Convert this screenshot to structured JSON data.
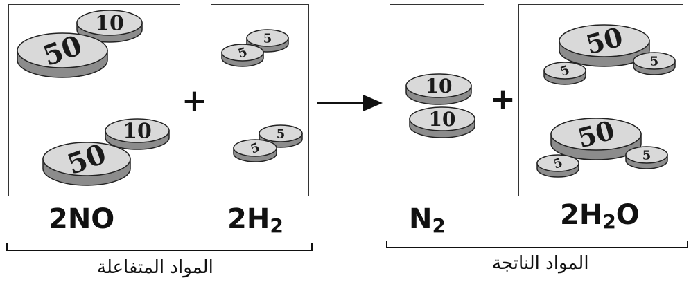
{
  "reactants": {
    "label": "المواد المتفاعلة",
    "species": [
      {
        "formula_main": "2NO",
        "formula_sub": "",
        "coins": [
          "50",
          "10",
          "50",
          "10"
        ]
      },
      {
        "formula_main": "2H",
        "formula_sub": "2",
        "coins": [
          "5",
          "5",
          "5",
          "5"
        ]
      }
    ]
  },
  "products": {
    "label": "المواد الناتجة",
    "species": [
      {
        "formula_main": "N",
        "formula_sub": "2",
        "formula_end": "",
        "coins": [
          "10",
          "10"
        ]
      },
      {
        "formula_main": "2H",
        "formula_sub": "2",
        "formula_end": "O",
        "coins": [
          "50",
          "5",
          "5",
          "50",
          "5",
          "5"
        ]
      }
    ]
  },
  "operators": {
    "plus": "+"
  },
  "colors": {
    "coin_top": "#d9d9d9",
    "coin_side": "#8c8c8c",
    "outline": "#222222"
  }
}
